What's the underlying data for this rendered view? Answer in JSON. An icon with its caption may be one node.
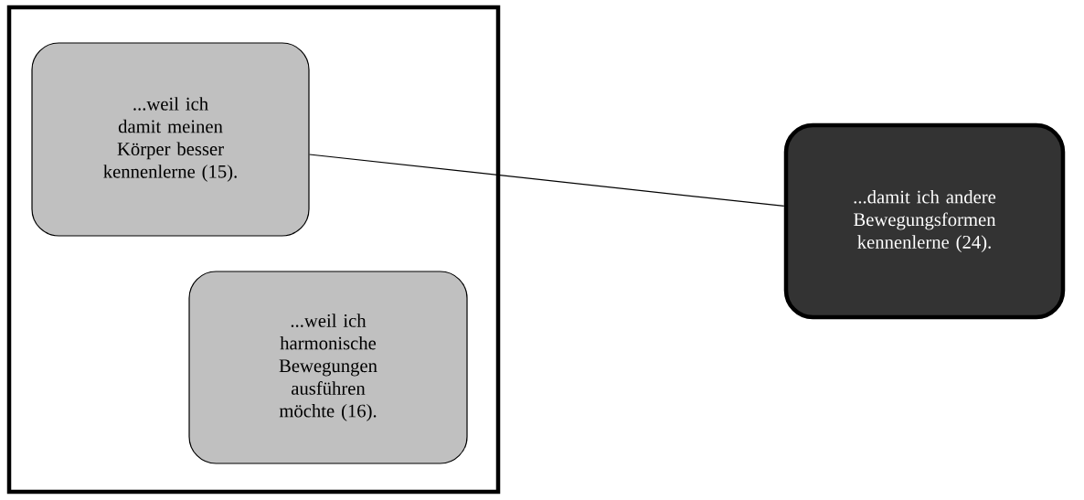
{
  "diagram": {
    "nodes": [
      {
        "text": [],
        "shape": "box"
      },
      {
        "text": [
          "...weil ich damit meinen Körper besser kennenlerne (15)."
        ],
        "in": 0
      },
      {
        "text": [
          "...weil ich harmonische Bewegungen ausführen möchte (16)."
        ],
        "in": 0
      },
      {
        "text": [
          "...damit ich andere Bewegungsformen kennenlerne (24)."
        ]
      }
    ],
    "edges": [
      {
        "from": 1,
        "to": 3,
        "arrow": "none"
      }
    ]
  }
}
